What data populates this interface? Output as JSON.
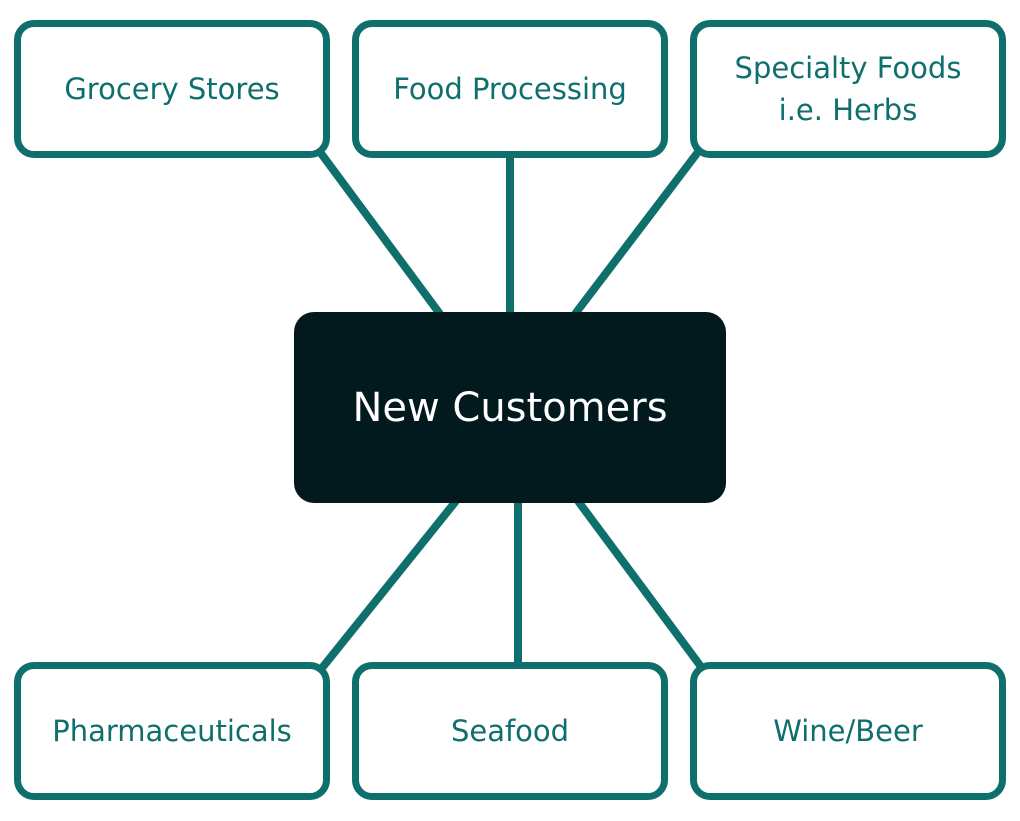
{
  "diagram": {
    "type": "hub-and-spoke",
    "center": {
      "label": "New Customers"
    },
    "colors": {
      "accent": "#0e6f6d",
      "hub": "#02191e",
      "hub_text": "#ffffff",
      "background": "#ffffff"
    },
    "top_nodes": [
      {
        "label": "Grocery Stores"
      },
      {
        "label": "Food Processing"
      },
      {
        "label": "Specialty Foods\ni.e. Herbs"
      }
    ],
    "bottom_nodes": [
      {
        "label": "Pharmaceuticals"
      },
      {
        "label": "Seafood"
      },
      {
        "label": "Wine/Beer"
      }
    ],
    "edges": [
      {
        "from": "New Customers",
        "to": "Grocery Stores"
      },
      {
        "from": "New Customers",
        "to": "Food Processing"
      },
      {
        "from": "New Customers",
        "to": "Specialty Foods i.e. Herbs"
      },
      {
        "from": "New Customers",
        "to": "Pharmaceuticals"
      },
      {
        "from": "New Customers",
        "to": "Seafood"
      },
      {
        "from": "New Customers",
        "to": "Wine/Beer"
      }
    ]
  }
}
